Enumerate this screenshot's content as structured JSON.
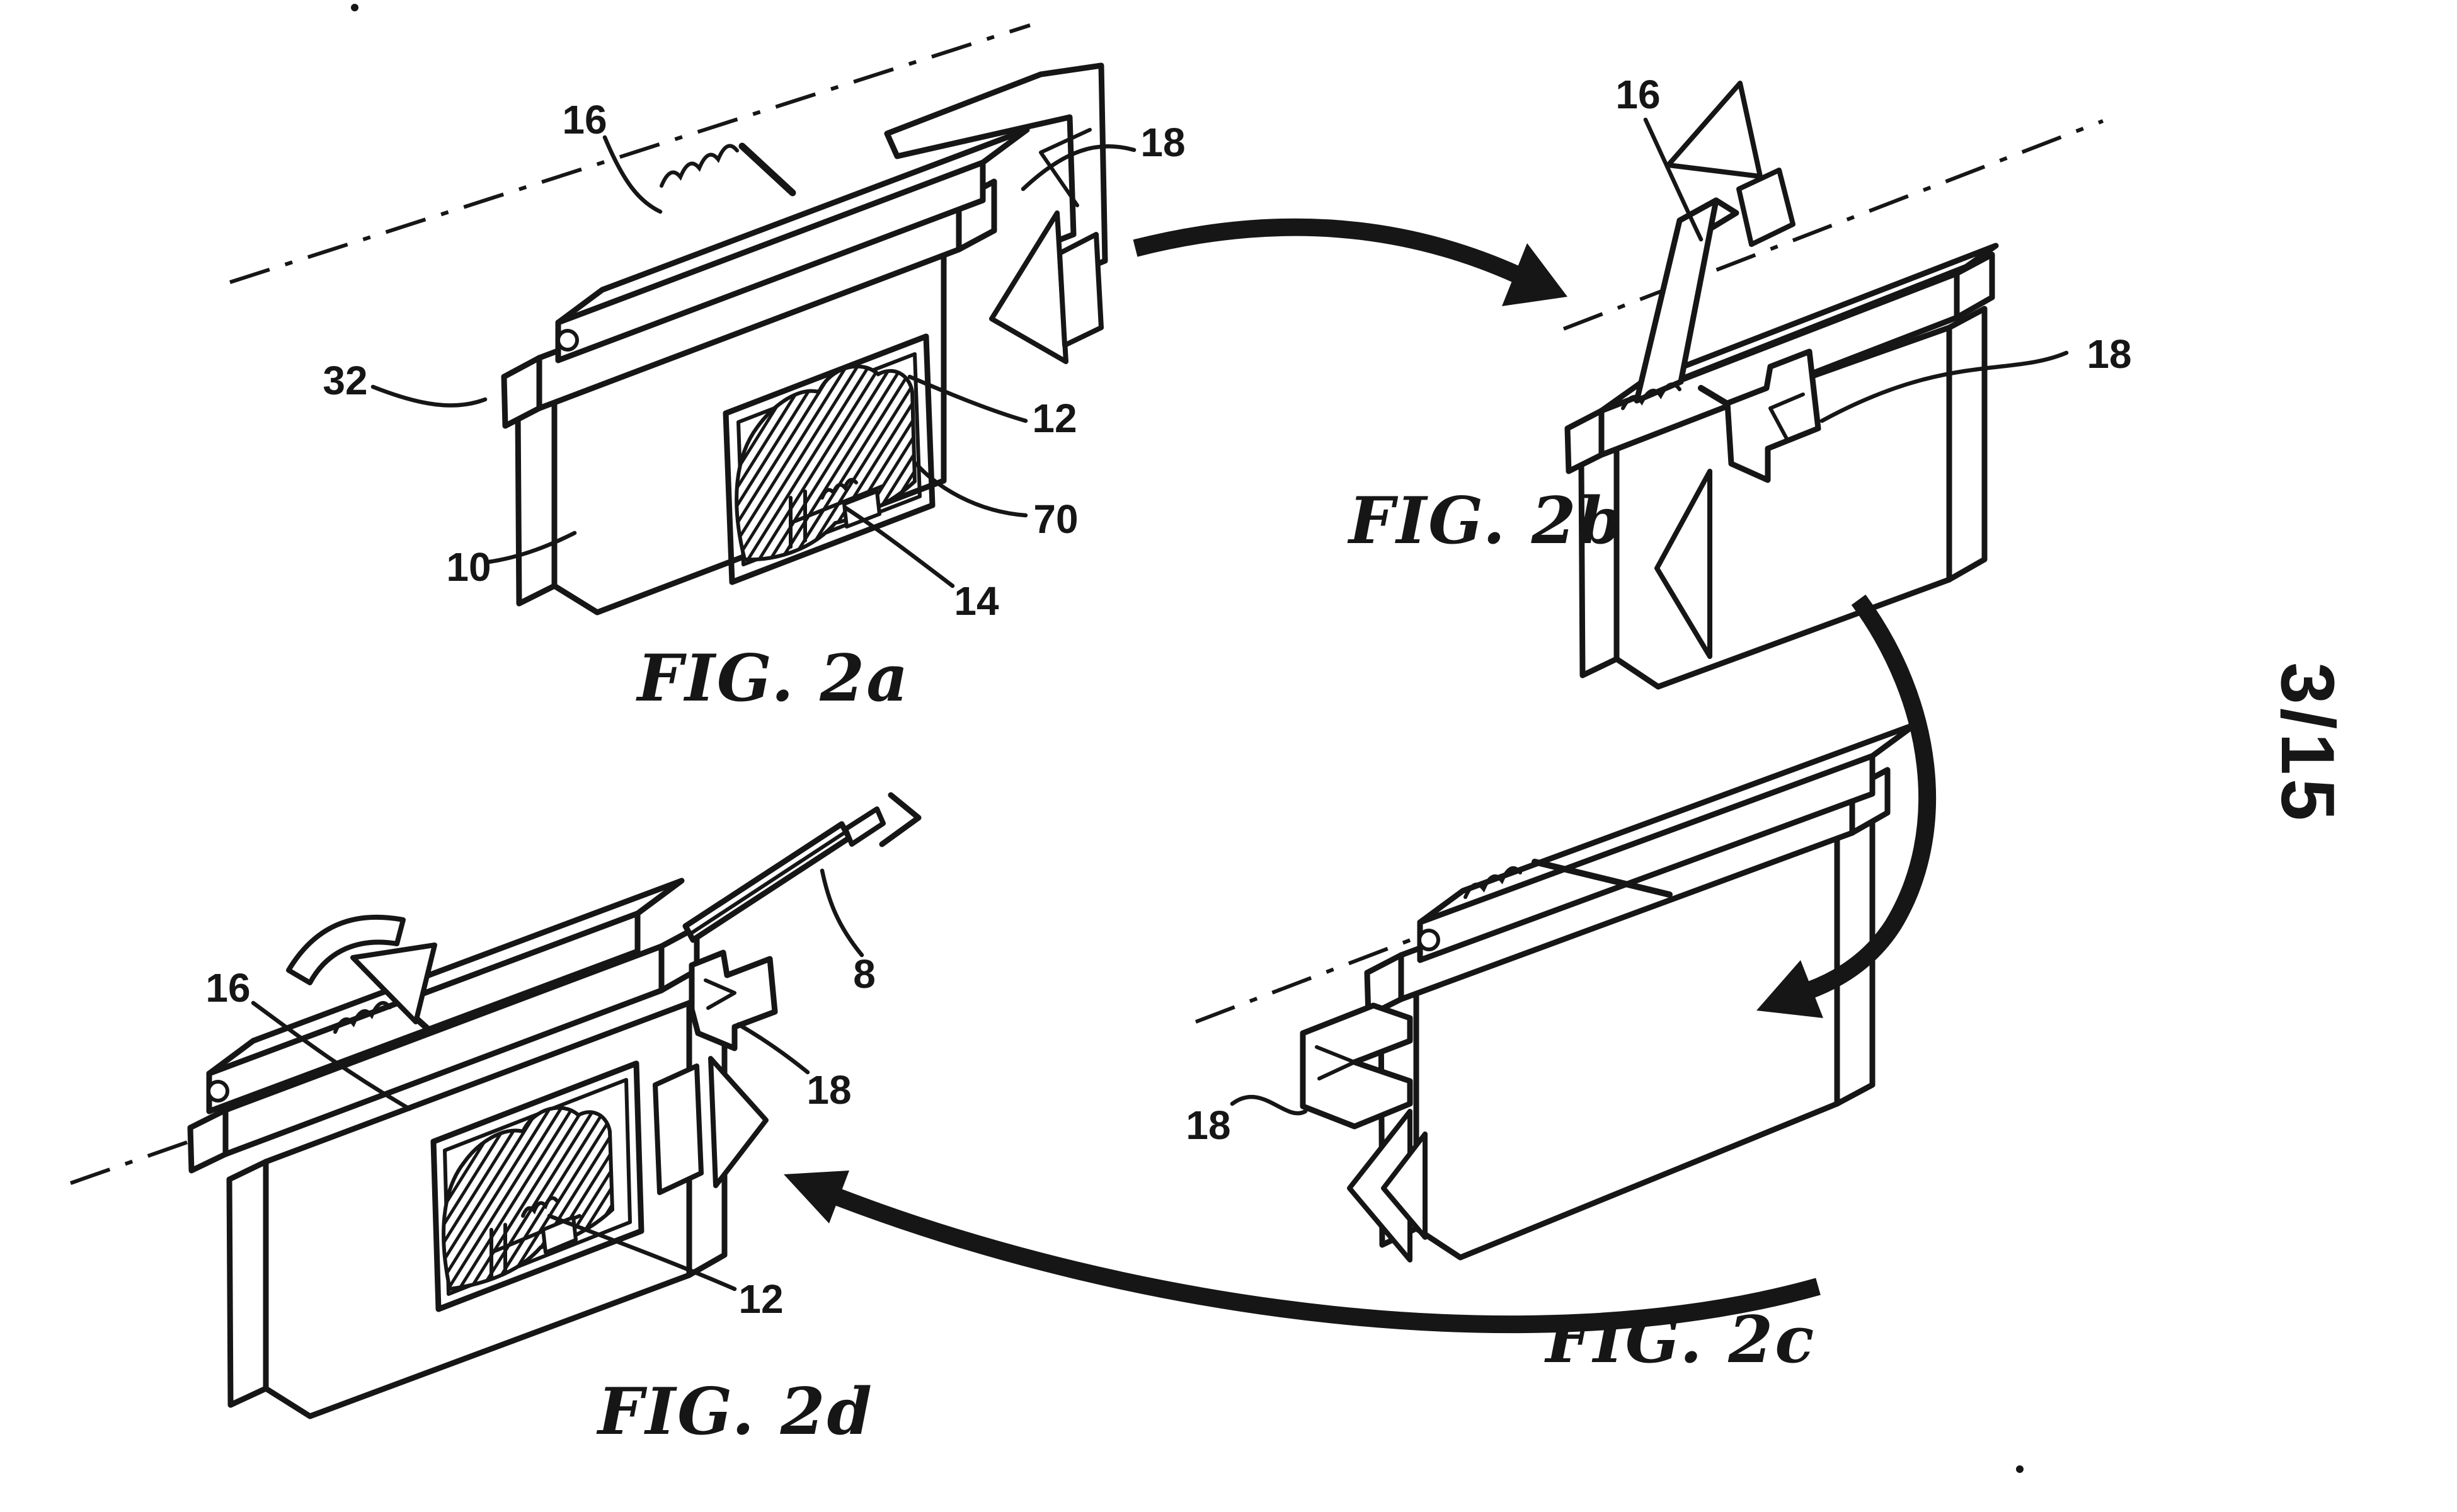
{
  "page": {
    "sheet_number": "3/15"
  },
  "colors": {
    "ink": "#161616",
    "paper": "#ffffff"
  },
  "figures": {
    "fig2a": {
      "caption": "FIG. 2a",
      "ref_labels": {
        "n16": "16",
        "n18": "18",
        "n32": "32",
        "n12": "12",
        "n70": "70",
        "n10": "10",
        "n14": "14"
      }
    },
    "fig2b": {
      "caption": "FIG. 2b",
      "ref_labels": {
        "n16": "16",
        "n18": "18"
      }
    },
    "fig2c": {
      "caption": "FIG. 2c",
      "ref_labels": {
        "n18": "18"
      }
    },
    "fig2d": {
      "caption": "FIG. 2d",
      "ref_labels": {
        "n16": "16",
        "n8": "8",
        "n18": "18",
        "n12": "12"
      }
    }
  }
}
